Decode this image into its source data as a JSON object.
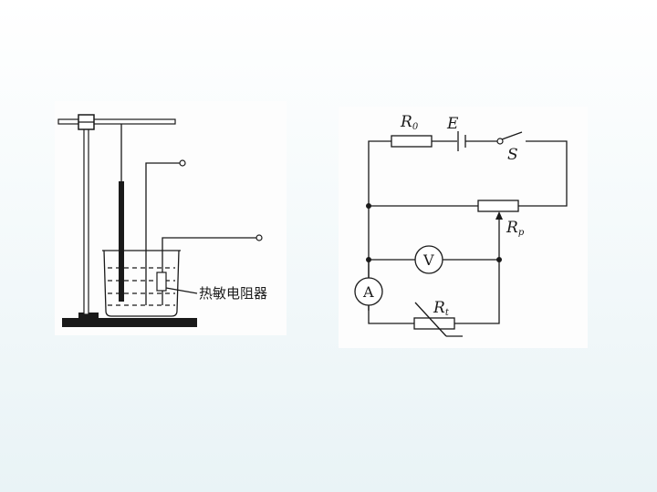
{
  "apparatus": {
    "thermistor_label": "热敏电阻器"
  },
  "circuit": {
    "r0_main": "R",
    "r0_sub": "0",
    "emf_label": "E",
    "switch_label": "S",
    "rp_main": "R",
    "rp_sub": "p",
    "rt_main": "R",
    "rt_sub": "t",
    "voltmeter": "V",
    "ammeter": "A"
  }
}
